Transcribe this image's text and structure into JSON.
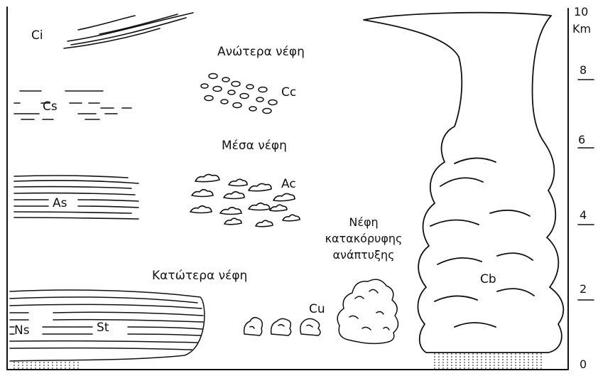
{
  "headings": {
    "upper": "Ανώτερα νέφη",
    "middle": "Μέσα νέφη",
    "lower": "Κατώτερα νέφη",
    "vertical_line1": "Νέφη",
    "vertical_line2": "κατακόρυφης",
    "vertical_line3": "ανάπτυξης"
  },
  "clouds": {
    "ci": "Ci",
    "cs": "Cs",
    "cc": "Cc",
    "as": "As",
    "ac": "Ac",
    "ns": "Ns",
    "st": "St",
    "cu": "Cu",
    "cb": "Cb"
  },
  "axis": {
    "unit": "Km",
    "ticks": [
      "10",
      "8",
      "6",
      "4",
      "2",
      "0"
    ]
  }
}
